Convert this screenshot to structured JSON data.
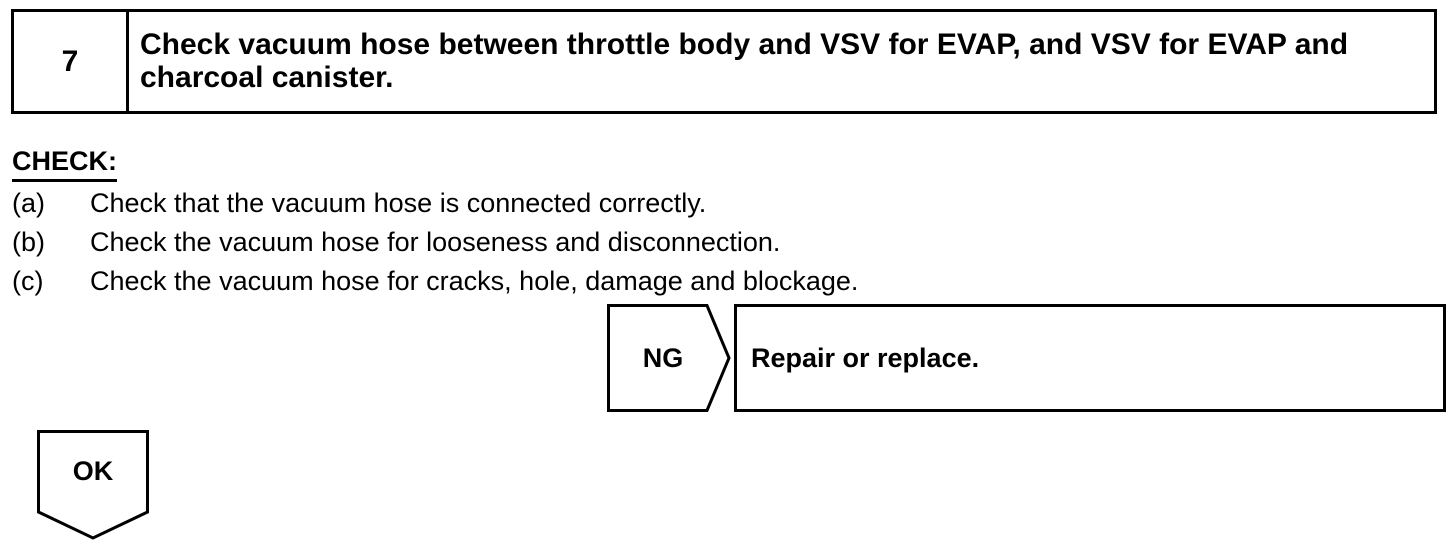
{
  "step": {
    "number": "7",
    "title": "Check vacuum hose between throttle body and VSV for EVAP, and VSV for EVAP and charcoal canister."
  },
  "check": {
    "heading": "CHECK:",
    "items": [
      {
        "marker": "(a)",
        "text": "Check that the vacuum hose is connected correctly."
      },
      {
        "marker": "(b)",
        "text": "Check the vacuum hose for looseness and disconnection."
      },
      {
        "marker": "(c)",
        "text": "Check the vacuum hose for cracks, hole, damage and blockage."
      }
    ]
  },
  "flow": {
    "ng_label": "NG",
    "ng_result": "Repair or replace.",
    "ok_label": "OK"
  }
}
